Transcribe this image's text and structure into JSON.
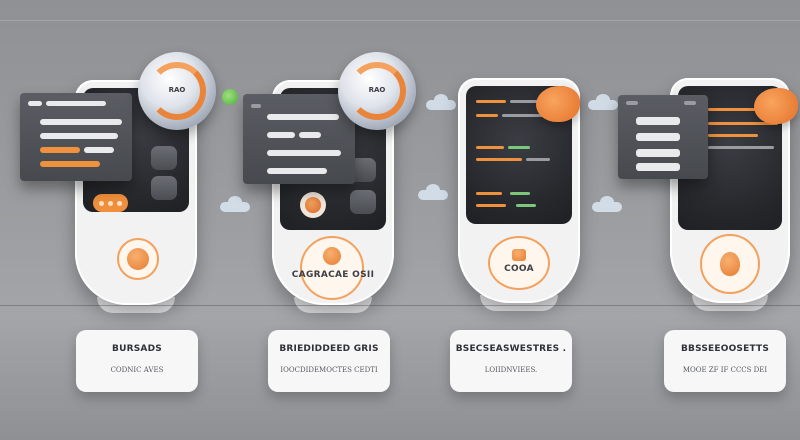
{
  "colors": {
    "accent_orange": "#f0913e",
    "accent_green": "#7cc87a",
    "screen_dark": "#25272b",
    "card_white": "#f2f2f3",
    "background_grey": "#9a9c9f"
  },
  "steps": [
    {
      "orb_label": "RAO",
      "badge_icon": "orange-circle-icon",
      "badge_text": "",
      "title": "BURSADS",
      "subtitle": "CODNIC AVES"
    },
    {
      "orb_label": "RAO",
      "badge_icon": "orange-circle-icon",
      "badge_text": "CAGRACAE OSII",
      "title": "BRIEDIDDEED GRIS",
      "subtitle": "IOOCDIDEMOCTES CEDTI"
    },
    {
      "orb_label": "",
      "badge_icon": "orange-house-icon",
      "badge_text": "COOA",
      "title": "BSECSEASWESTRES .",
      "subtitle": "LOIIDNVIEES."
    },
    {
      "orb_label": "",
      "badge_icon": "orange-flame-icon",
      "badge_text": "",
      "title": "BBSSEEOOSETTS",
      "subtitle": "MOOE ZF IF CCCS DEI"
    }
  ]
}
